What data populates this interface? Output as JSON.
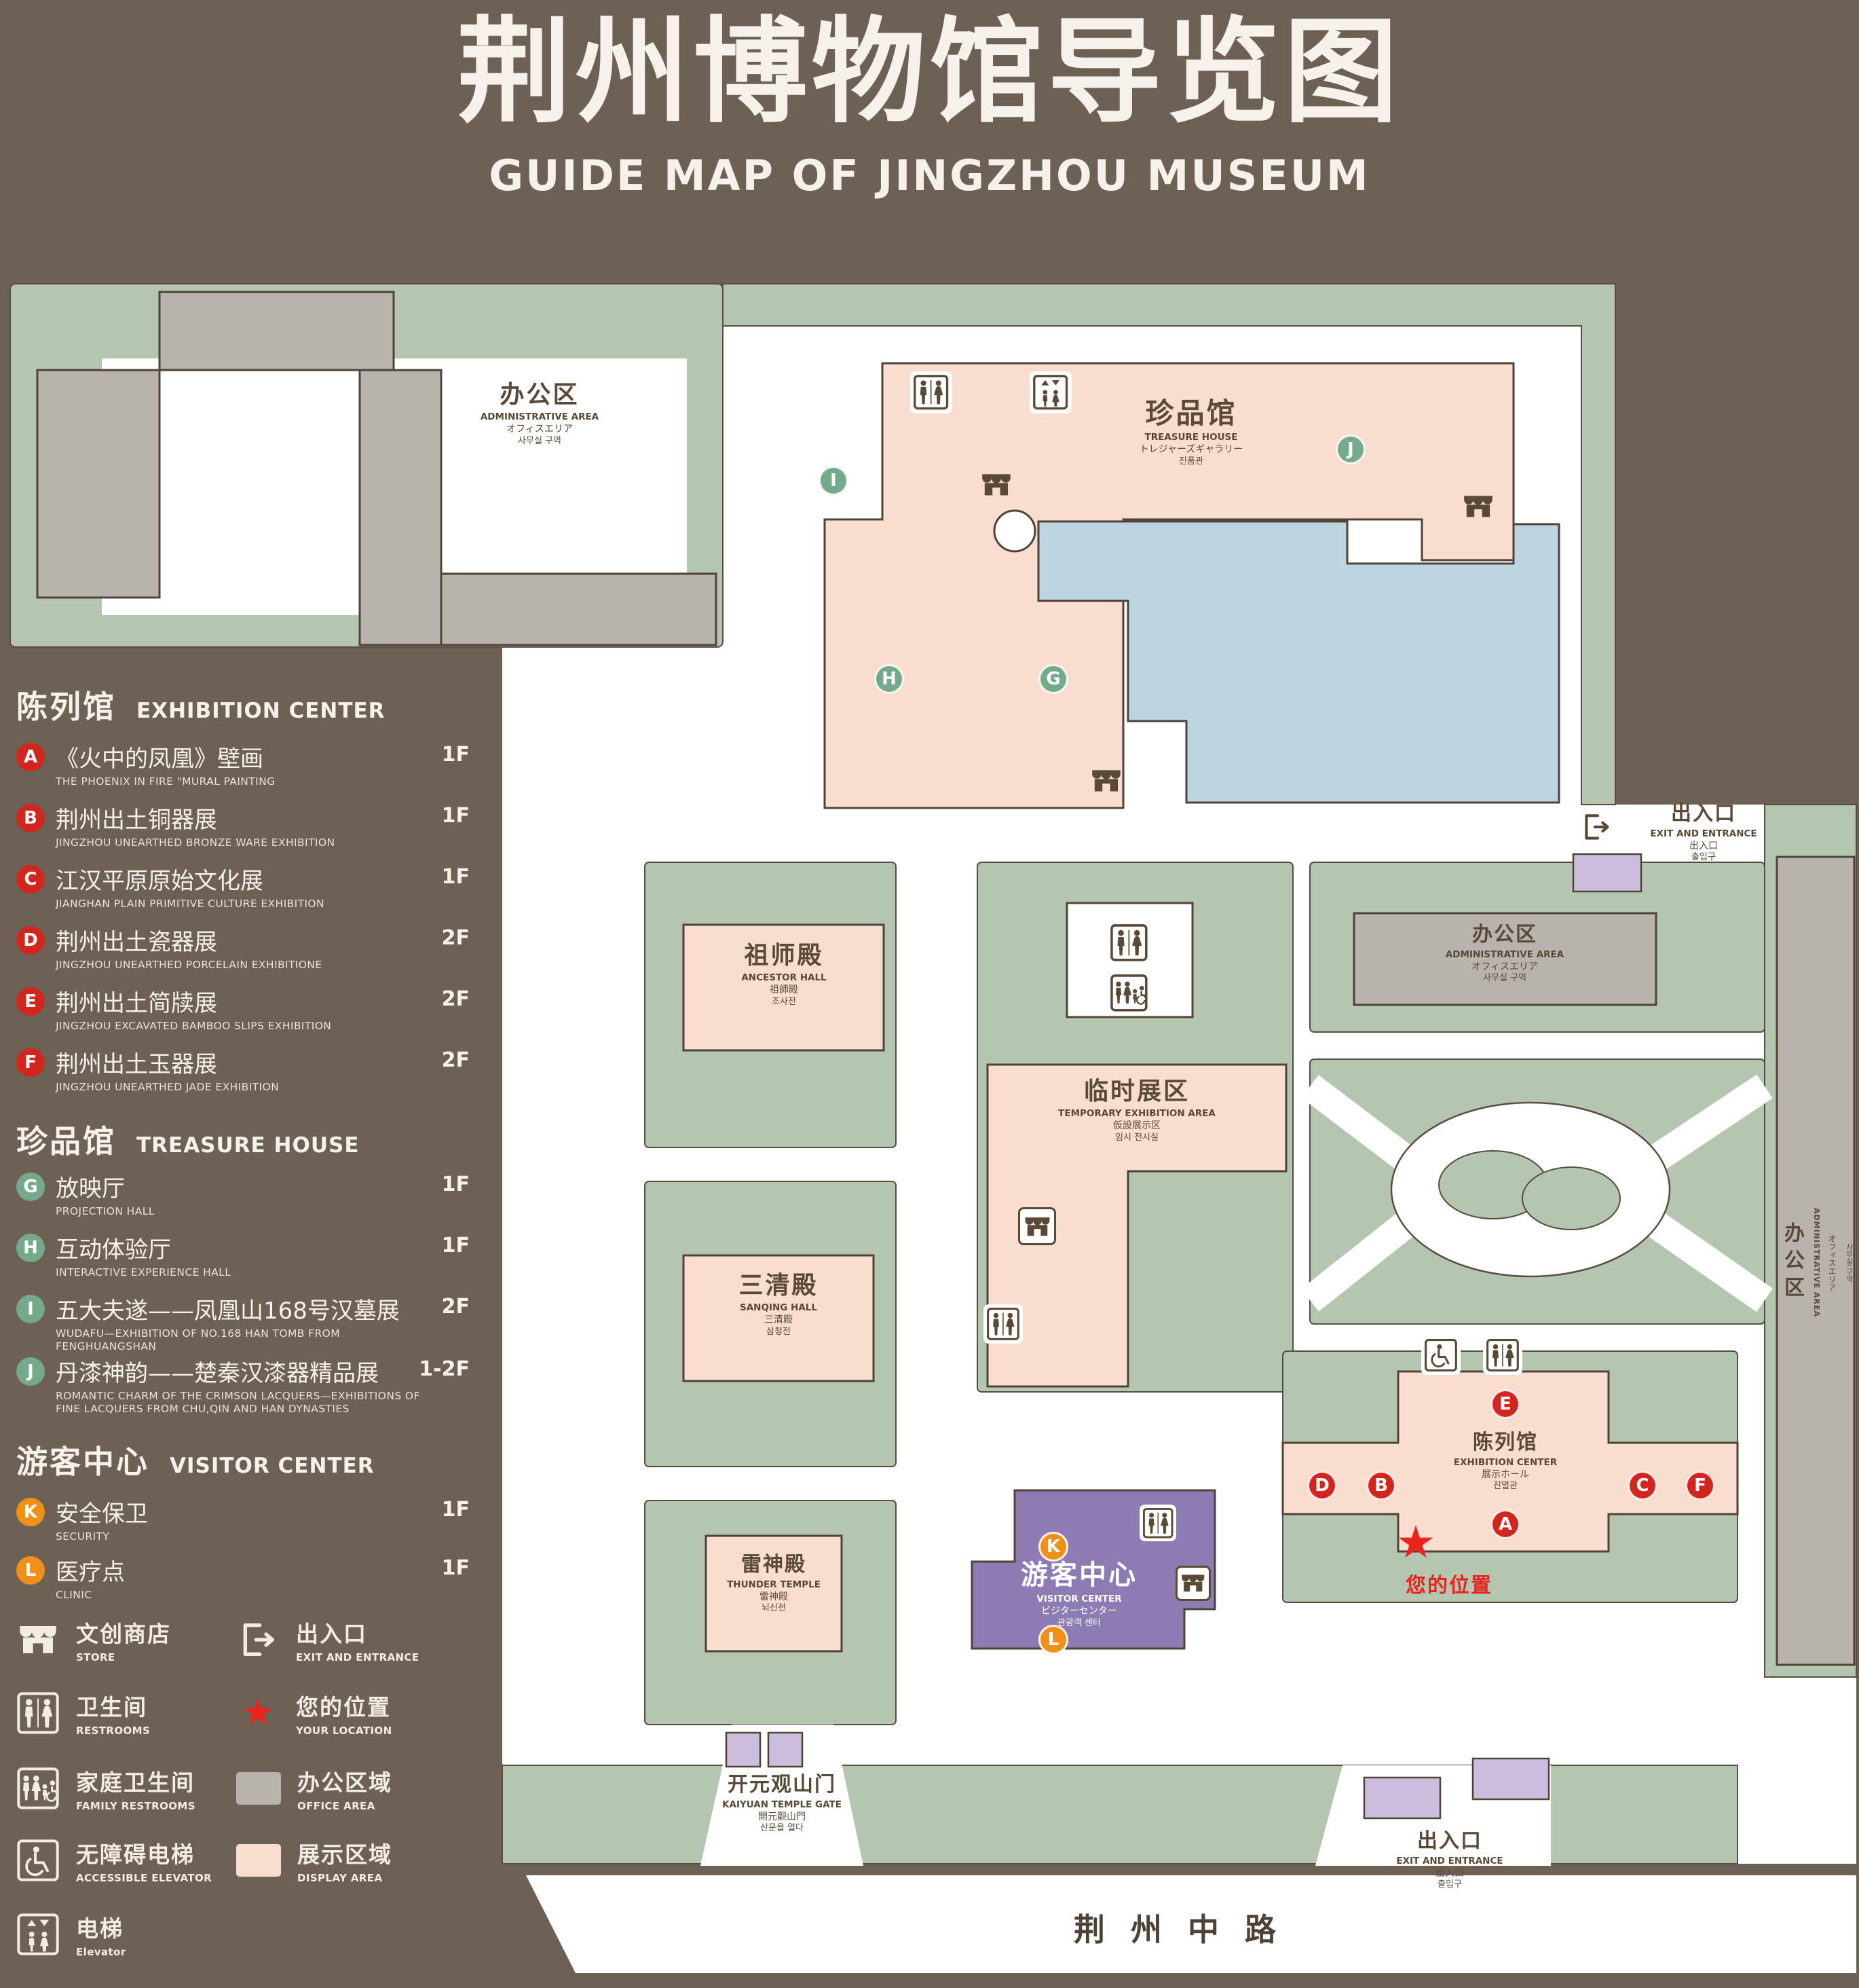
{
  "title": {
    "zh": "荆州博物馆导览图",
    "en": "GUIDE MAP OF JINGZHOU MUSEUM"
  },
  "sidebar": {
    "sections": [
      {
        "zh": "陈列馆",
        "en": "EXHIBITION CENTER",
        "items": [
          {
            "letter": "A",
            "zh": "《火中的凤凰》壁画",
            "en": "THE PHOENIX IN FIRE \"MURAL PAINTING",
            "floor": "1F"
          },
          {
            "letter": "B",
            "zh": "荆州出土铜器展",
            "en": "JINGZHOU UNEARTHED BRONZE WARE EXHIBITION",
            "floor": "1F"
          },
          {
            "letter": "C",
            "zh": "江汉平原原始文化展",
            "en": "JIANGHAN PLAIN PRIMITIVE CULTURE EXHIBITION",
            "floor": "1F"
          },
          {
            "letter": "D",
            "zh": "荆州出土瓷器展",
            "en": "JINGZHOU UNEARTHED PORCELAIN EXHIBITIONE",
            "floor": "2F"
          },
          {
            "letter": "E",
            "zh": "荆州出土简牍展",
            "en": "JINGZHOU EXCAVATED BAMBOO SLIPS EXHIBITION",
            "floor": "2F"
          },
          {
            "letter": "F",
            "zh": "荆州出土玉器展",
            "en": "JINGZHOU UNEARTHED JADE EXHIBITION",
            "floor": "2F"
          }
        ]
      },
      {
        "zh": "珍品馆",
        "en": "TREASURE HOUSE",
        "items": [
          {
            "letter": "G",
            "zh": "放映厅",
            "en": "PROJECTION HALL",
            "floor": "1F"
          },
          {
            "letter": "H",
            "zh": "互动体验厅",
            "en": "INTERACTIVE EXPERIENCE HALL",
            "floor": "1F"
          },
          {
            "letter": "I",
            "zh": "五大夫遂——凤凰山168号汉墓展",
            "en": "WUDAFU—EXHIBITION OF NO.168 HAN TOMB FROM FENGHUANGSHAN",
            "floor": "2F"
          },
          {
            "letter": "J",
            "zh": "丹漆神韵——楚秦汉漆器精品展",
            "en": "ROMANTIC CHARM OF THE CRIMSON LACQUERS—EXHIBITIONS OF FINE LACQUERS FROM CHU,QIN AND HAN DYNASTIES",
            "floor": "1-2F"
          }
        ]
      },
      {
        "zh": "游客中心",
        "en": "VISITOR CENTER",
        "items": [
          {
            "letter": "K",
            "zh": "安全保卫",
            "en": "SECURITY",
            "floor": "1F"
          },
          {
            "letter": "L",
            "zh": "医疗点",
            "en": "CLINIC",
            "floor": "1F"
          }
        ]
      }
    ]
  },
  "legend": {
    "items": [
      {
        "zh": "文创商店",
        "en": "STORE"
      },
      {
        "zh": "出入口",
        "en": "EXIT AND ENTRANCE"
      },
      {
        "zh": "卫生间",
        "en": "RESTROOMS"
      },
      {
        "zh": "您的位置",
        "en": "YOUR LOCATION"
      },
      {
        "zh": "家庭卫生间",
        "en": "FAMILY RESTROOMS"
      },
      {
        "zh": "办公区域",
        "en": "OFFICE AREA"
      },
      {
        "zh": "无障碍电梯",
        "en": "ACCESSIBLE ELEVATOR"
      },
      {
        "zh": "展示区域",
        "en": "DISPLAY AREA"
      },
      {
        "zh": "电梯",
        "en": "Elevator"
      }
    ],
    "star": "★"
  },
  "map": {
    "buildings": {
      "admin_tl": {
        "zh": "办公区",
        "en": "ADMINISTRATIVE AREA",
        "jp": "オフィスエリア",
        "kr": "사무실 구역"
      },
      "treasure": {
        "zh": "珍品馆",
        "en": "TREASURE HOUSE",
        "jp": "トレジャーズギャラリー",
        "kr": "진품관"
      },
      "ancestor": {
        "zh": "祖师殿",
        "en": "ANCESTOR HALL",
        "jp": "祖師殿",
        "kr": "조사전"
      },
      "temporary": {
        "zh": "临时展区",
        "en": "TEMPORARY EXHIBITION AREA",
        "jp": "仮設展示区",
        "kr": "임시 전시실"
      },
      "sanqing": {
        "zh": "三清殿",
        "en": "SANQING HALL",
        "jp": "三清殿",
        "kr": "삼청전"
      },
      "thunder": {
        "zh": "雷神殿",
        "en": "THUNDER TEMPLE",
        "jp": "雷神殿",
        "kr": "뇌신전"
      },
      "visitor": {
        "zh": "游客中心",
        "en": "VISITOR CENTER",
        "jp": "ビジターセンター",
        "kr": "관광객 센터"
      },
      "exhibition": {
        "zh": "陈列馆",
        "en": "EXHIBITION CENTER",
        "jp": "展示ホール",
        "kr": "진열관"
      },
      "admin_cr": {
        "zh": "办公区",
        "en": "ADMINISTRATIVE AREA",
        "jp": "オフィスエリア",
        "kr": "사무실 구역"
      },
      "admin_right": {
        "zh": "办公区",
        "en": "ADMINISTRATIVE AREA",
        "jp": "オフィスエリア",
        "kr": "사무실 구역"
      },
      "gate": {
        "zh": "开元观山门",
        "en": "KAIYUAN TEMPLE GATE",
        "jp": "開元觀山門",
        "kr": "산문을 열다"
      },
      "exit_top": {
        "zh": "出入口",
        "en": "EXIT AND ENTRANCE",
        "jp": "出入口",
        "kr": "출입구"
      },
      "exit_bottom": {
        "zh": "出入口",
        "en": "EXIT AND ENTRANCE",
        "jp": "出入口",
        "kr": "출입구"
      },
      "road": {
        "zh": "荆州中路"
      },
      "your_location": {
        "zh": "您的位置",
        "star": "★"
      }
    },
    "markers": {
      "A": "A",
      "B": "B",
      "C": "C",
      "D": "D",
      "E": "E",
      "F": "F",
      "G": "G",
      "H": "H",
      "I": "I",
      "J": "J",
      "K": "K",
      "L": "L"
    }
  }
}
